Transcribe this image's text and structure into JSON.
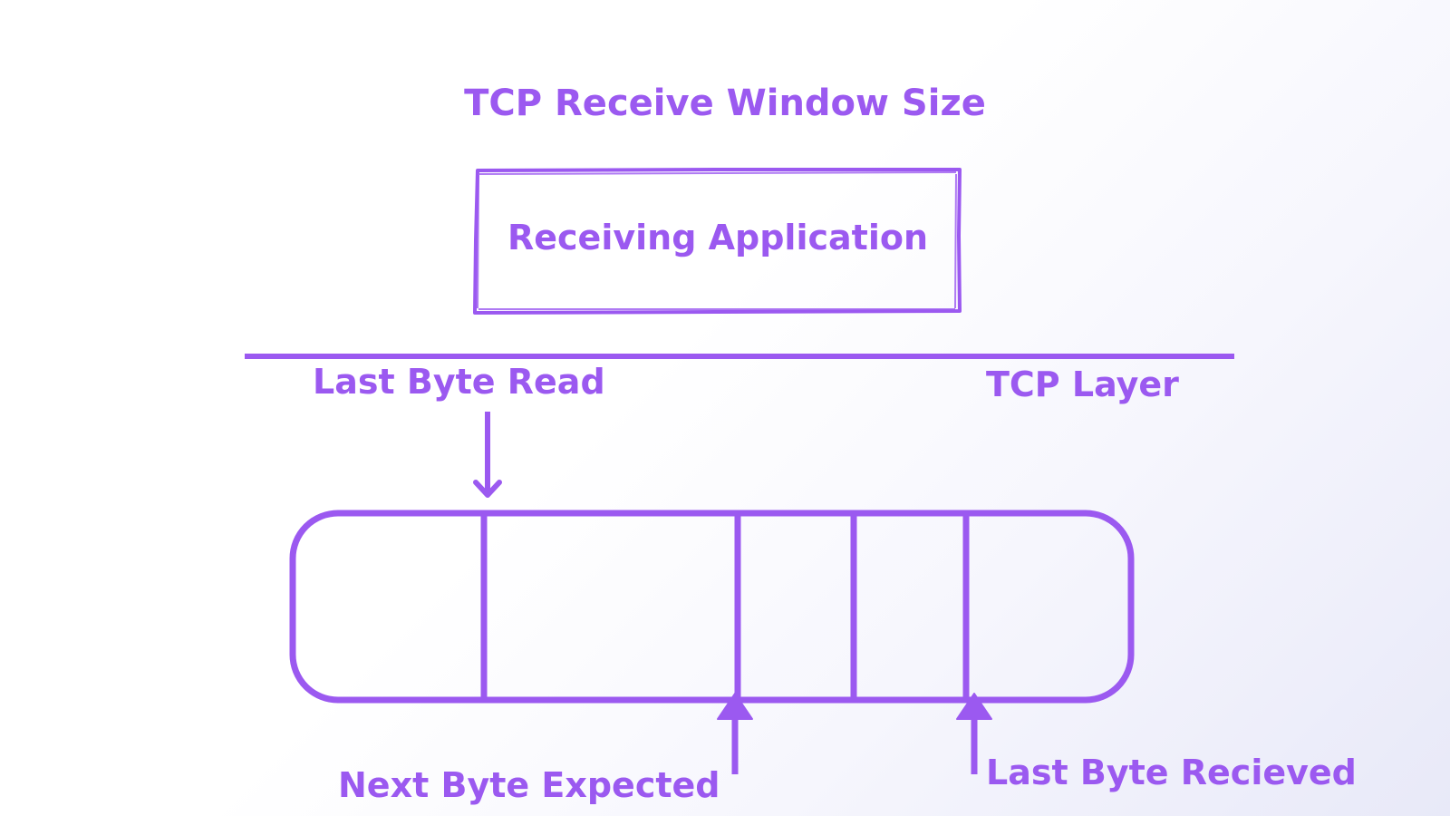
{
  "title": "TCP Receive Window Size",
  "application_box": {
    "label": "Receiving Application"
  },
  "layer_label": "TCP Layer",
  "pointers": {
    "last_byte_read": "Last Byte Read",
    "next_byte_expected": "Next Byte Expected",
    "last_byte_received": "Last Byte Recieved"
  },
  "colors": {
    "accent": "#9b59f0"
  }
}
